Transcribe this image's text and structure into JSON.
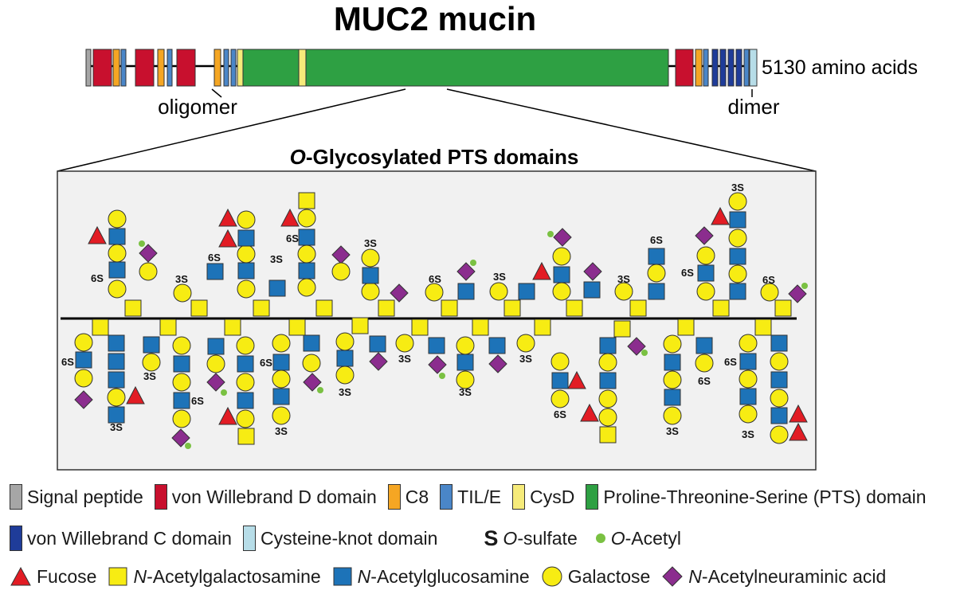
{
  "header": {
    "title": "MUC2 mucin",
    "length_label": "5130 amino acids",
    "oligomer_label": "oligomer",
    "dimer_label": "dimer"
  },
  "panel": {
    "title_prefix": "O",
    "title_rest": "-Glycosylated PTS domains"
  },
  "sulfate_labels": {
    "s3": "3S",
    "s6": "6S"
  },
  "colors": {
    "signal": "#a6a6a6",
    "vwd": "#c8102e",
    "c8": "#f5a623",
    "til": "#4a86c8",
    "cysd": "#f6eb7a",
    "pts": "#2ea043",
    "vwc": "#1f3c99",
    "ck": "#b7dde8",
    "fucose": "#e21c24",
    "galnac": "#f7ec13",
    "glcnac": "#1d73b8",
    "galactose": "#f7ec13",
    "neu5ac": "#8b2d8e",
    "acetyl": "#7ac142"
  },
  "legend": {
    "domains_row1": [
      {
        "label": "Signal peptide",
        "color": "#a6a6a6"
      },
      {
        "label": "von Willebrand D domain",
        "color": "#c8102e"
      },
      {
        "label": "C8",
        "color": "#f5a623"
      },
      {
        "label": "TIL/E",
        "color": "#4a86c8"
      },
      {
        "label": "CysD",
        "color": "#f6eb7a"
      },
      {
        "label": "Proline-Threonine-Serine (PTS) domain",
        "color": "#2ea043"
      }
    ],
    "domains_row2": [
      {
        "label": "von Willebrand C domain",
        "color": "#1f3c99"
      },
      {
        "label": "Cysteine-knot domain",
        "color": "#b7dde8"
      }
    ],
    "sulfate_symbol": "S",
    "sulfate_prefix": "O",
    "sulfate_rest": "-sulfate",
    "acetyl_prefix": "O",
    "acetyl_rest": "-Acetyl",
    "fucose": "Fucose",
    "galnac_prefix": "N",
    "galnac_rest": "-Acetylgalactosamine",
    "glcnac_prefix": "N",
    "glcnac_rest": "-Acetylglucosamine",
    "galactose": "Galactose",
    "neu5ac_prefix": "N",
    "neu5ac_rest": "-Acetylneuraminic acid"
  }
}
